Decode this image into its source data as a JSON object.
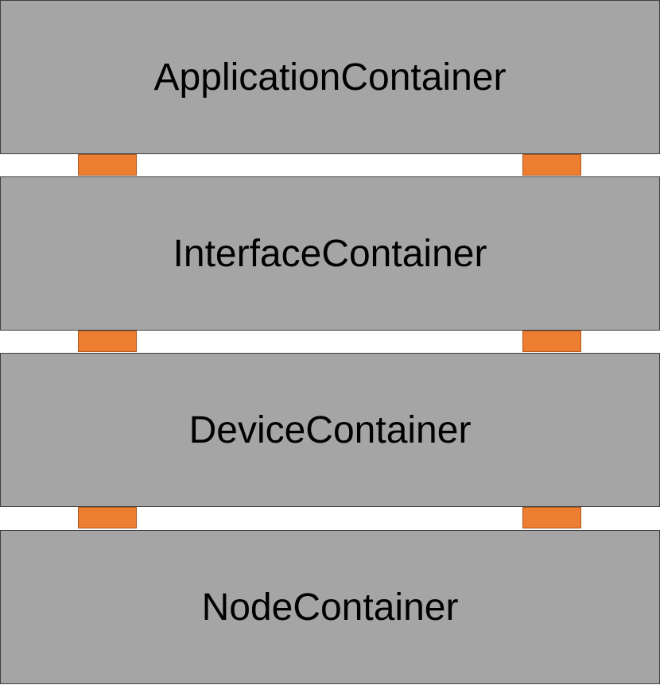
{
  "layers": [
    {
      "label": "ApplicationContainer"
    },
    {
      "label": "InterfaceContainer"
    },
    {
      "label": "DeviceContainer"
    },
    {
      "label": "NodeContainer"
    }
  ],
  "colors": {
    "layer_fill": "#a5a5a5",
    "layer_border": "#3f3f3f",
    "connector_fill": "#ed7d31",
    "background": "#ffffff"
  }
}
